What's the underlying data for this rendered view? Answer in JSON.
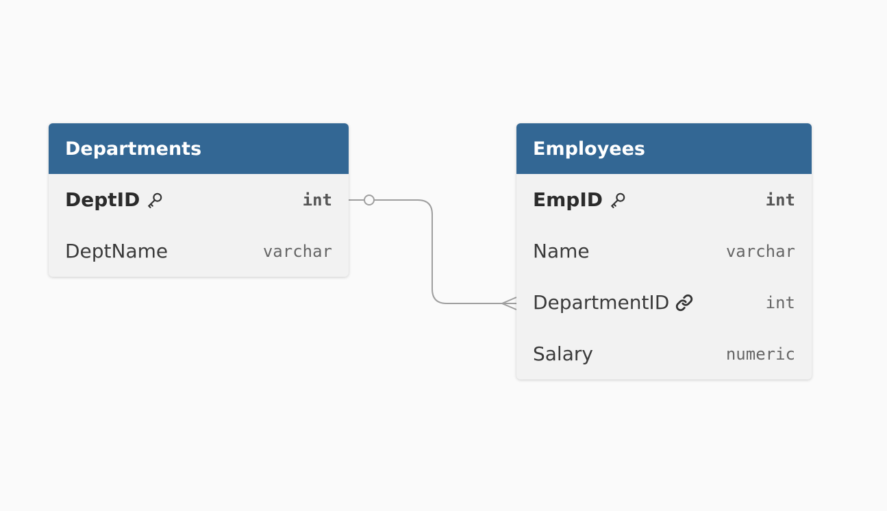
{
  "colors": {
    "background": "#fafafa",
    "header": "#336794",
    "header_text": "#ffffff",
    "body": "#f2f2f2",
    "connector": "#9e9e9e"
  },
  "tables": {
    "departments": {
      "title": "Departments",
      "fields": [
        {
          "name": "DeptID",
          "type": "int",
          "icon": "key-icon",
          "primary_key": true
        },
        {
          "name": "DeptName",
          "type": "varchar"
        }
      ]
    },
    "employees": {
      "title": "Employees",
      "fields": [
        {
          "name": "EmpID",
          "type": "int",
          "icon": "key-icon",
          "primary_key": true
        },
        {
          "name": "Name",
          "type": "varchar"
        },
        {
          "name": "DepartmentID",
          "type": "int",
          "icon": "link-icon",
          "foreign_key": true
        },
        {
          "name": "Salary",
          "type": "numeric"
        }
      ]
    }
  },
  "relationships": [
    {
      "from": "Departments.DeptID",
      "to": "Employees.DepartmentID",
      "from_cardinality": "zero-or-one",
      "to_cardinality": "many"
    }
  ]
}
